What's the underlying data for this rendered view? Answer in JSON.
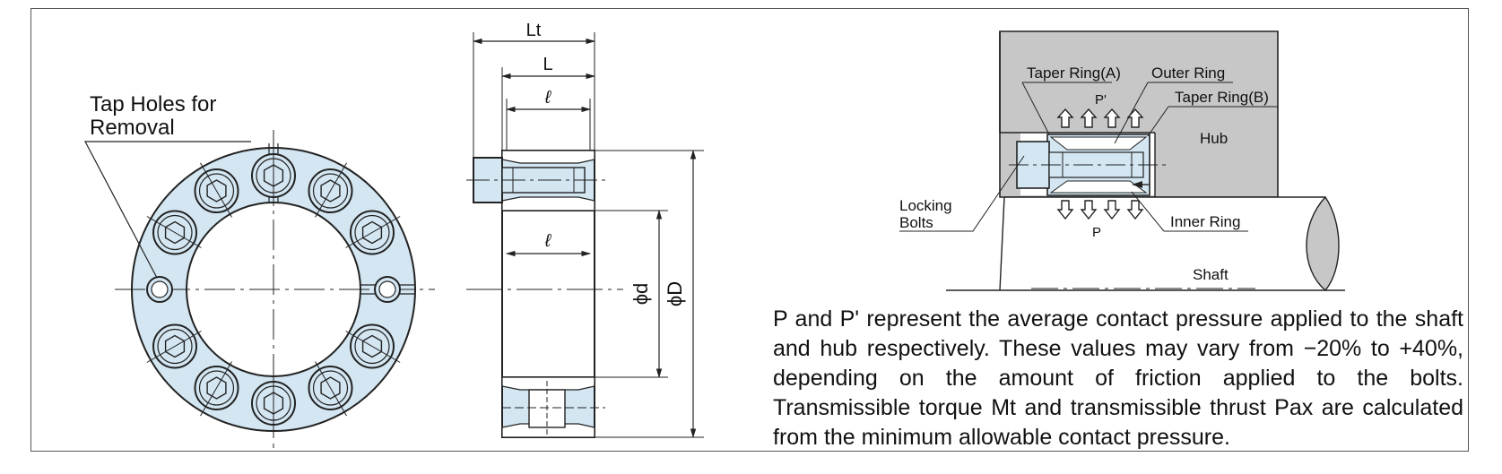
{
  "colors": {
    "part_fill": "#d3e6f2",
    "hub_fill": "#c7c7c7",
    "line": "#222222"
  },
  "front_view": {
    "tap_holes_label_line1": "Tap Holes for",
    "tap_holes_label_line2": "Removal"
  },
  "side_view": {
    "lt": "Lt",
    "l_upper": "L",
    "ell_top": "ℓ",
    "ell_mid": "ℓ",
    "phi_d": "ϕd",
    "phi_D": "ϕD"
  },
  "section_view": {
    "taper_ring_a": "Taper Ring(A)",
    "outer_ring": "Outer Ring",
    "taper_ring_b": "Taper Ring(B)",
    "p_prime": "P'",
    "hub": "Hub",
    "locking_bolts_line1": "Locking",
    "locking_bolts_line2": "Bolts",
    "p": "P",
    "inner_ring": "Inner Ring",
    "shaft": "Shaft"
  },
  "description": "P and P' represent the average contact pressure applied to the shaft and hub respectively. These values may vary from −20% to +40%, depending on the amount of friction applied to the bolts. Transmissible torque Mt and transmissible thrust Pax are calculated from the minimum allowable contact pressure."
}
